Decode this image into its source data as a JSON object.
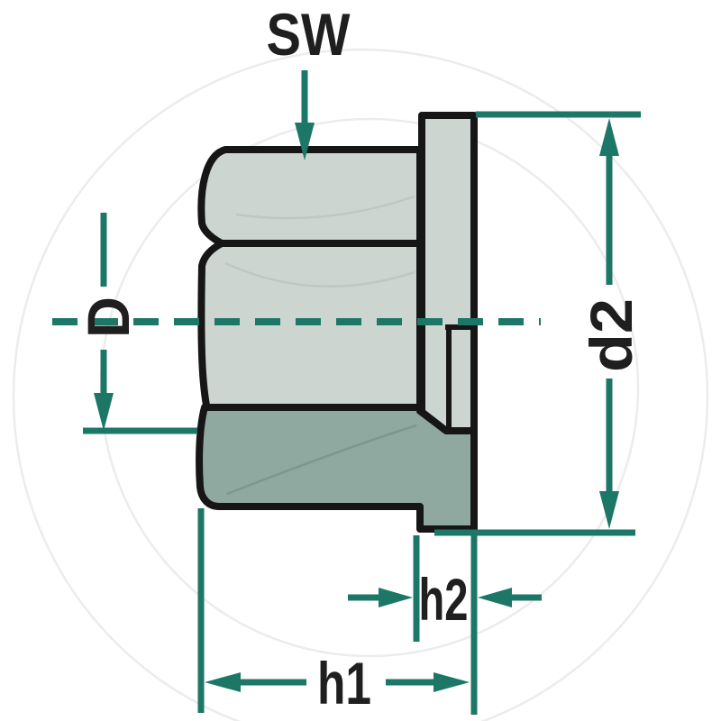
{
  "diagram": {
    "kind": "technical-dimension-drawing",
    "subject": "flanged-nut-cross-section",
    "labels": {
      "sw": "SW",
      "d": "D",
      "d2": "d2",
      "h1": "h1",
      "h2": "h2"
    },
    "colors": {
      "background": "#ffffff",
      "dimension": "#1d7767",
      "outline": "#161616",
      "label": "#1f1f1f",
      "fill_light": "#cdd5d0",
      "fill_dark": "#8fa9a0",
      "watermark": "#ececec"
    }
  }
}
